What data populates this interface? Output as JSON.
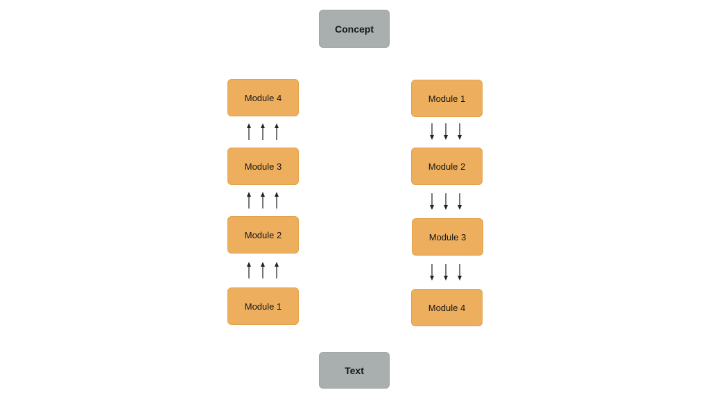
{
  "diagram": {
    "concept_label": "Concept",
    "text_label": "Text",
    "left_column": {
      "arrow_direction": "up",
      "modules": [
        "Module 4",
        "Module 3",
        "Module 2",
        "Module 1"
      ]
    },
    "right_column": {
      "arrow_direction": "down",
      "modules": [
        "Module 1",
        "Module 2",
        "Module 3",
        "Module 4"
      ]
    },
    "colors": {
      "module_fill": "#edae5d",
      "module_border": "#e2a14c",
      "terminal_fill": "#a9aeae",
      "terminal_border": "#9fa5a5",
      "arrow": "#3a3a3a",
      "label_text": "#161616",
      "background": "#ffffff"
    },
    "icons": {
      "up_arrow": "↑",
      "down_arrow": "↓"
    }
  }
}
